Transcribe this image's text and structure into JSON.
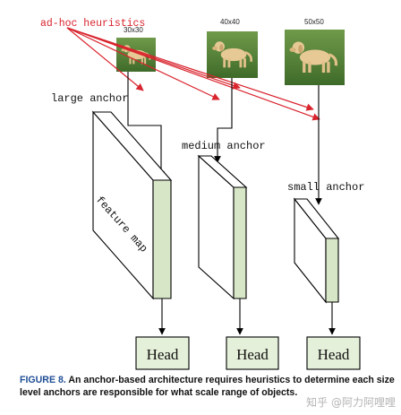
{
  "colors": {
    "annotation_red": "#d9232d",
    "feature_face": "#ffffff",
    "feature_side": "#d7e6c6",
    "head_fill": "#e4f0d9",
    "caption_label": "#1f4e96"
  },
  "annotation": {
    "text": "ad-hoc heuristics"
  },
  "images": [
    {
      "size_label": "30x30",
      "content": "yellow labrador dog standing on grass"
    },
    {
      "size_label": "40x40",
      "content": "yellow labrador dog standing on grass"
    },
    {
      "size_label": "50x50",
      "content": "yellow labrador dog standing on grass"
    }
  ],
  "anchors": {
    "large": "large anchor",
    "medium": "medium anchor",
    "small": "small anchor"
  },
  "feature_map_label": "feature map",
  "heads": [
    "Head",
    "Head",
    "Head"
  ],
  "caption": {
    "label": "FIGURE 8.",
    "text": " An anchor-based architecture requires heuristics to determine each size level anchors are responsible for what scale range of objects."
  },
  "watermark": "知乎 @阿力阿哩哩"
}
